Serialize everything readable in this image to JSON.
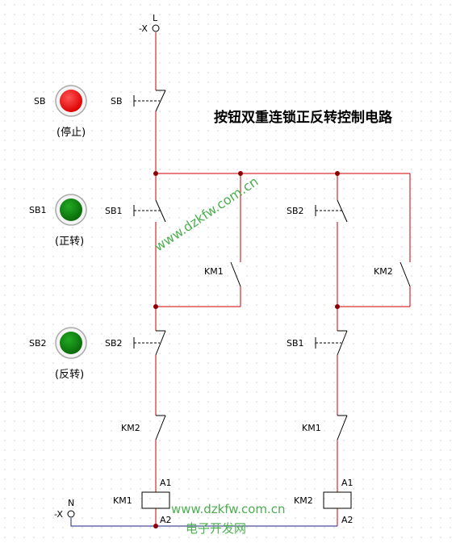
{
  "title": "按钮双重连锁正反转控制电路",
  "colors": {
    "wire": "#cc0000",
    "neutral_wire": "#1a237e",
    "contact": "#000000",
    "stop_button": "#ee1111",
    "start_button": "#118811",
    "node": "#8b0000",
    "watermark": "#4caf50",
    "grid_dot": "#c8c8c8"
  },
  "buttons": {
    "stop": {
      "label": "SB",
      "caption": "(停止)"
    },
    "forward": {
      "label": "SB1",
      "caption": "(正转)"
    },
    "reverse": {
      "label": "SB2",
      "caption": "(反转)"
    }
  },
  "terminals": {
    "line_label": "L",
    "line_prefix": "-X",
    "neutral_label": "N",
    "neutral_prefix": "-X"
  },
  "contacts": {
    "stop": "SB",
    "left_start": "SB1",
    "left_hold": "KM1",
    "left_interlock_button": "SB2",
    "left_interlock_contact": "KM2",
    "right_start": "SB2",
    "right_hold": "KM2",
    "right_interlock_button": "SB1",
    "right_interlock_contact": "KM1"
  },
  "coils": {
    "left": {
      "name": "KM1",
      "a1": "A1",
      "a2": "A2"
    },
    "right": {
      "name": "KM2",
      "a1": "A1",
      "a2": "A2"
    }
  },
  "watermark": {
    "diagonal": "www.dzkfw.com.cn",
    "bottom_url": "www.dzkfw.com.cn",
    "bottom_name": "电子开发网"
  }
}
